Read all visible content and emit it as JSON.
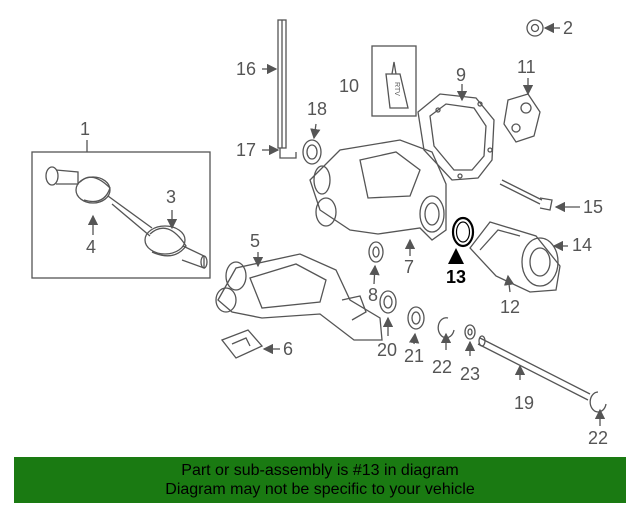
{
  "callouts": {
    "c1": "1",
    "c2": "2",
    "c3": "3",
    "c4": "4",
    "c5": "5",
    "c6": "6",
    "c7": "7",
    "c8": "8",
    "c9": "9",
    "c10": "10",
    "c11": "11",
    "c12": "12",
    "c13": "13",
    "c14": "14",
    "c15": "15",
    "c16": "16",
    "c17": "17",
    "c18": "18",
    "c19": "19",
    "c20": "20",
    "c21": "21",
    "c22a": "22",
    "c22b": "22",
    "c23": "23"
  },
  "tube_label": "RTV",
  "highlighted_part": "13",
  "banner": {
    "line1": "Part or sub-assembly is #13 in diagram",
    "line2": "Diagram may not be specific to your vehicle",
    "color": "#1a7a12"
  },
  "colors": {
    "line": "#555555",
    "highlight": "#000000"
  }
}
